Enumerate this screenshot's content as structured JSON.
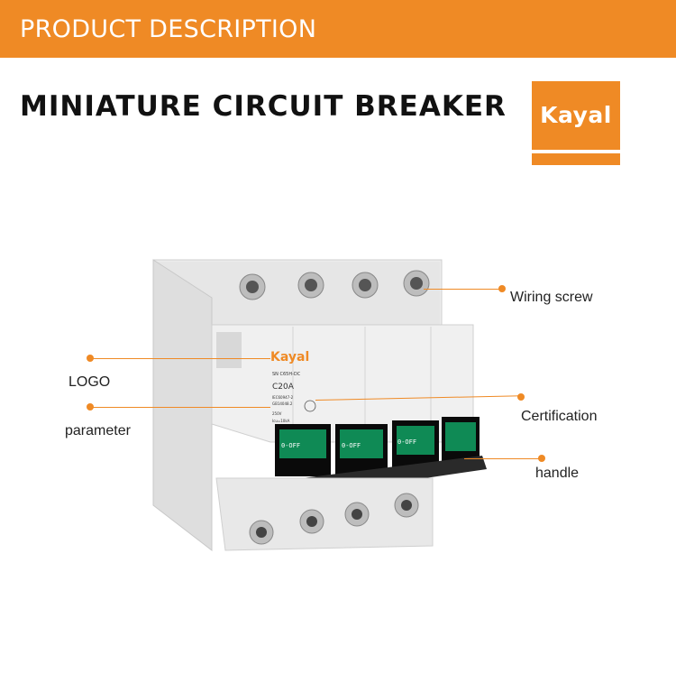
{
  "header": {
    "banner_text": "PRODUCT DESCRIPTION"
  },
  "title": "MINIATURE CIRCUIT BREAKER",
  "brand": {
    "logo_text": "Kayal",
    "accent_color": "#ef8a25"
  },
  "device": {
    "front_brand": "Kayal",
    "model": "SN C65H-DC",
    "rating": "C20A",
    "standard_1": "IEC60947-2",
    "standard_2": "GB14048.2",
    "voltage": "250V",
    "breaking": "Icu=10kA",
    "handle_label": "0-OFF"
  },
  "callouts": {
    "wiring_screw": "Wiring screw",
    "logo": "LOGO",
    "parameter": "parameter",
    "certification": "Certification",
    "handle": "handle"
  }
}
